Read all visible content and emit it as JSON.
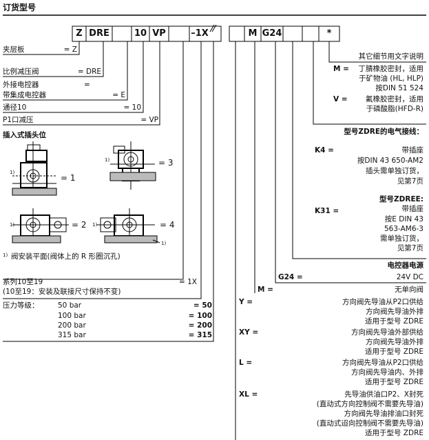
{
  "title": "订货型号",
  "code_boxes": [
    "Z",
    "DRE",
    "",
    "10",
    "VP",
    "–1X",
    "",
    "M",
    "G24",
    "",
    "",
    "*"
  ],
  "left": {
    "plate": {
      "label": "夹层板",
      "code": "= Z"
    },
    "valve": {
      "label": "比例减压阀",
      "code": "= DRE"
    },
    "ext_ctrl": {
      "label": "外接电控器",
      "code": "="
    },
    "int_ctrl": {
      "label": "带集成电控器",
      "code": "= E"
    },
    "size": {
      "label": "通径10",
      "code": "= 10"
    },
    "p1": {
      "label": "P1口减压",
      "code": "= VP"
    },
    "plug_title": "插入式插头位",
    "pos1": "= 1",
    "pos2": "= 2",
    "pos3": "= 3",
    "pos4": "= 4",
    "fig_mark": "1)",
    "footnote_mark": "1)",
    "footnote": "阀安装平面(阀体上的 R 形圈沉孔)",
    "series_label": "系列10至19",
    "series_code": "= 1X",
    "series_note": "(10至19：安装及联接尺寸保持不变)",
    "pressure_title": "压力等级：",
    "pressures": [
      {
        "value": "50 bar",
        "code": "= 50"
      },
      {
        "value": "100 bar",
        "code": "= 100"
      },
      {
        "value": "200 bar",
        "code": "= 200"
      },
      {
        "value": "315 bar",
        "code": "= 315"
      }
    ]
  },
  "right": {
    "other": "其它细节用文字说明",
    "m_key": "M =",
    "m_lines": [
      "丁腈橡胶密封，适用",
      "于矿物油 (HL, HLP)",
      "按DIN 51 524"
    ],
    "v_key": "V =",
    "v_lines": [
      "氟橡胶密封，适用",
      "于磷酸脂(HFD-R)"
    ],
    "zdre_title": "型号ZDRE的电气接线：",
    "k4_key": "K4 =",
    "k4_lines": [
      "带插座",
      "按DIN 43 650-AM2",
      "插头需单独订货，",
      "见第7页"
    ],
    "zdree_title": "型号ZDREE:",
    "k31_key": "K31 =",
    "k31_lines": [
      "带插座",
      "按E DIN 43",
      "563-AM6-3",
      "需单独订货，",
      "见第7页"
    ],
    "power_title": "电控器电源",
    "g24_key": "G24 =",
    "g24_value": "24V DC",
    "m2_key": "M =",
    "m2_value": "无单向阀",
    "y_key": "Y =",
    "y_lines": [
      "方向阀先导油从P2口供给",
      "方向阀先导油外排",
      "适用于型号 ZDRE"
    ],
    "xy_key": "XY =",
    "xy_lines": [
      "方向阀先导油外部供给",
      "方向阀先导油外排",
      "适用于型号 ZDRE"
    ],
    "l_key": "L =",
    "l_lines": [
      "方向阀先导油从P2口供给",
      "方向阀先导油内、外排",
      "适用于型号 ZDRE"
    ],
    "xl_key": "XL =",
    "xl_lines": [
      "先导油供油口P2、X封死",
      "(直动式方向控制阀不需要先导油)",
      "方向阀先导油排油口封死",
      "(直动式迢向控制阀不需要先导油)",
      "适用于型号 ZDRE"
    ]
  }
}
